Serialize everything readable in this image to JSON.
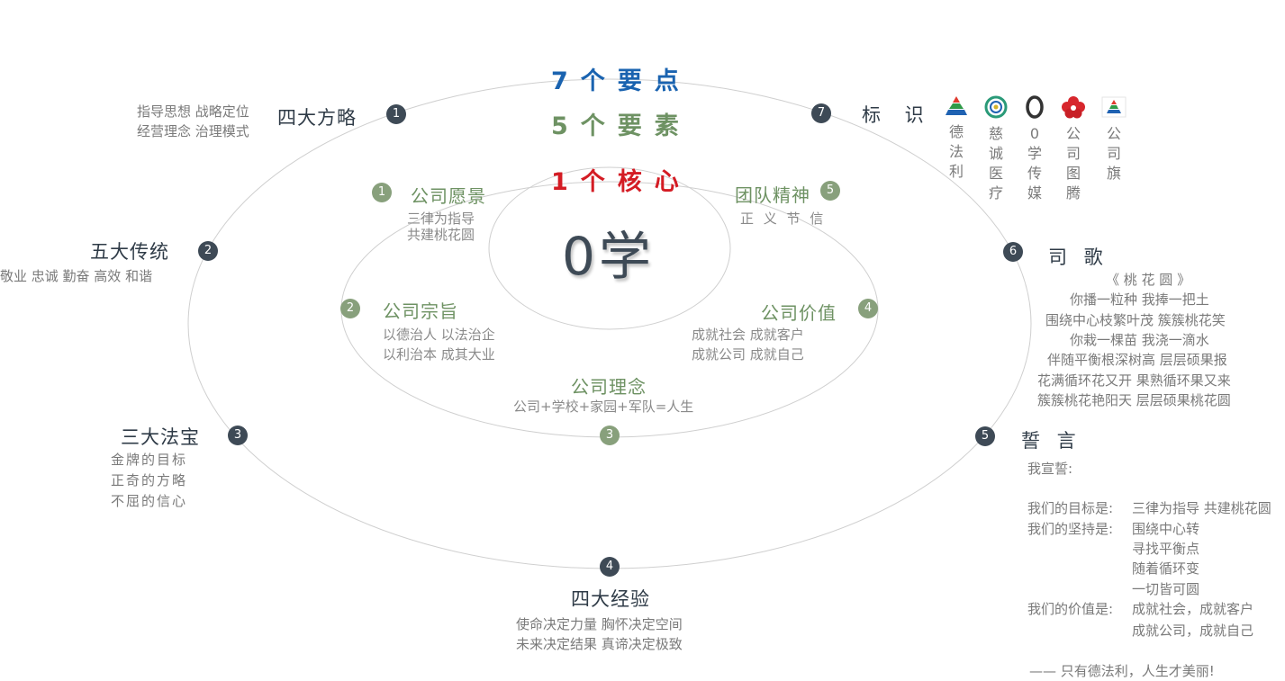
{
  "center": {
    "title": "0学"
  },
  "headline": {
    "seven": "7个要点",
    "five": "5个要素",
    "one": "1个核心",
    "colors": {
      "seven": "#1a63b0",
      "five": "#6e9263",
      "one": "#d41c24"
    }
  },
  "outer": {
    "s1": {
      "num": "1",
      "title": "四大方略",
      "lines": [
        "指导思想  战略定位",
        "经营理念  治理模式"
      ]
    },
    "s2": {
      "num": "2",
      "title": "五大传统",
      "lines": [
        "敬业 忠诚 勤奋 高效 和谐"
      ]
    },
    "s3": {
      "num": "3",
      "title": "三大法宝",
      "lines": [
        "金牌的目标",
        "正奇的方略",
        "不屈的信心"
      ]
    },
    "s4": {
      "num": "4",
      "title": "四大经验",
      "lines": [
        "使命决定力量  胸怀决定空间",
        "未来决定结果  真谛决定极致"
      ]
    },
    "s5": {
      "num": "5",
      "title": "誓 言",
      "intro": "我宣誓:",
      "rows": [
        {
          "label": "我们的目标是:",
          "lines": [
            "三律为指导 共建桃花圆"
          ]
        },
        {
          "label": "我们的坚持是:",
          "lines": [
            "围绕中心转",
            "寻找平衡点",
            "随着循环变",
            "一切皆可圆"
          ]
        },
        {
          "label": "我们的价值是:",
          "lines": [
            "成就社会，成就客户",
            "成就公司，成就自己"
          ]
        }
      ],
      "closing": "—— 只有德法利，人生才美丽!"
    },
    "s6": {
      "num": "6",
      "title": "司 歌",
      "lines": [
        "《 桃 花 圆 》",
        "你播一粒种 我捧一把土",
        "围绕中心枝繁叶茂  簇簇桃花笑",
        "你栽一棵苗 我浇一滴水",
        "伴随平衡根深树高 层层硕果报",
        "花满循环花又开  果熟循环果又来",
        "簇簇桃花艳阳天  层层硕果桃花圆"
      ]
    },
    "s7": {
      "num": "7",
      "title": "标 识",
      "icons": [
        {
          "icon": "tricolor-pyramid-icon",
          "label": "德法利"
        },
        {
          "icon": "compass-flower-icon",
          "label": "慈诚医疗"
        },
        {
          "icon": "zero-ring-icon",
          "label": "0学传媒"
        },
        {
          "icon": "peach-blossom-icon",
          "label": "公司图腾"
        },
        {
          "icon": "flag-pyramid-icon",
          "label": "公司旗"
        }
      ]
    }
  },
  "inner": {
    "e1": {
      "num": "1",
      "title": "公司愿景",
      "lines": [
        "三律为指导",
        "共建桃花圆"
      ]
    },
    "e2": {
      "num": "2",
      "title": "公司宗旨",
      "lines": [
        "以德治人  以法治企",
        "以利治本  成其大业"
      ]
    },
    "e3": {
      "num": "3",
      "title": "公司理念",
      "lines": [
        "公司+学校+家园+军队=人生"
      ]
    },
    "e4": {
      "num": "4",
      "title": "公司价值",
      "lines": [
        "成就社会   成就客户",
        "成就公司   成就自己"
      ]
    },
    "e5": {
      "num": "5",
      "title": "团队精神",
      "lines": [
        "正 义 节 信"
      ]
    }
  }
}
